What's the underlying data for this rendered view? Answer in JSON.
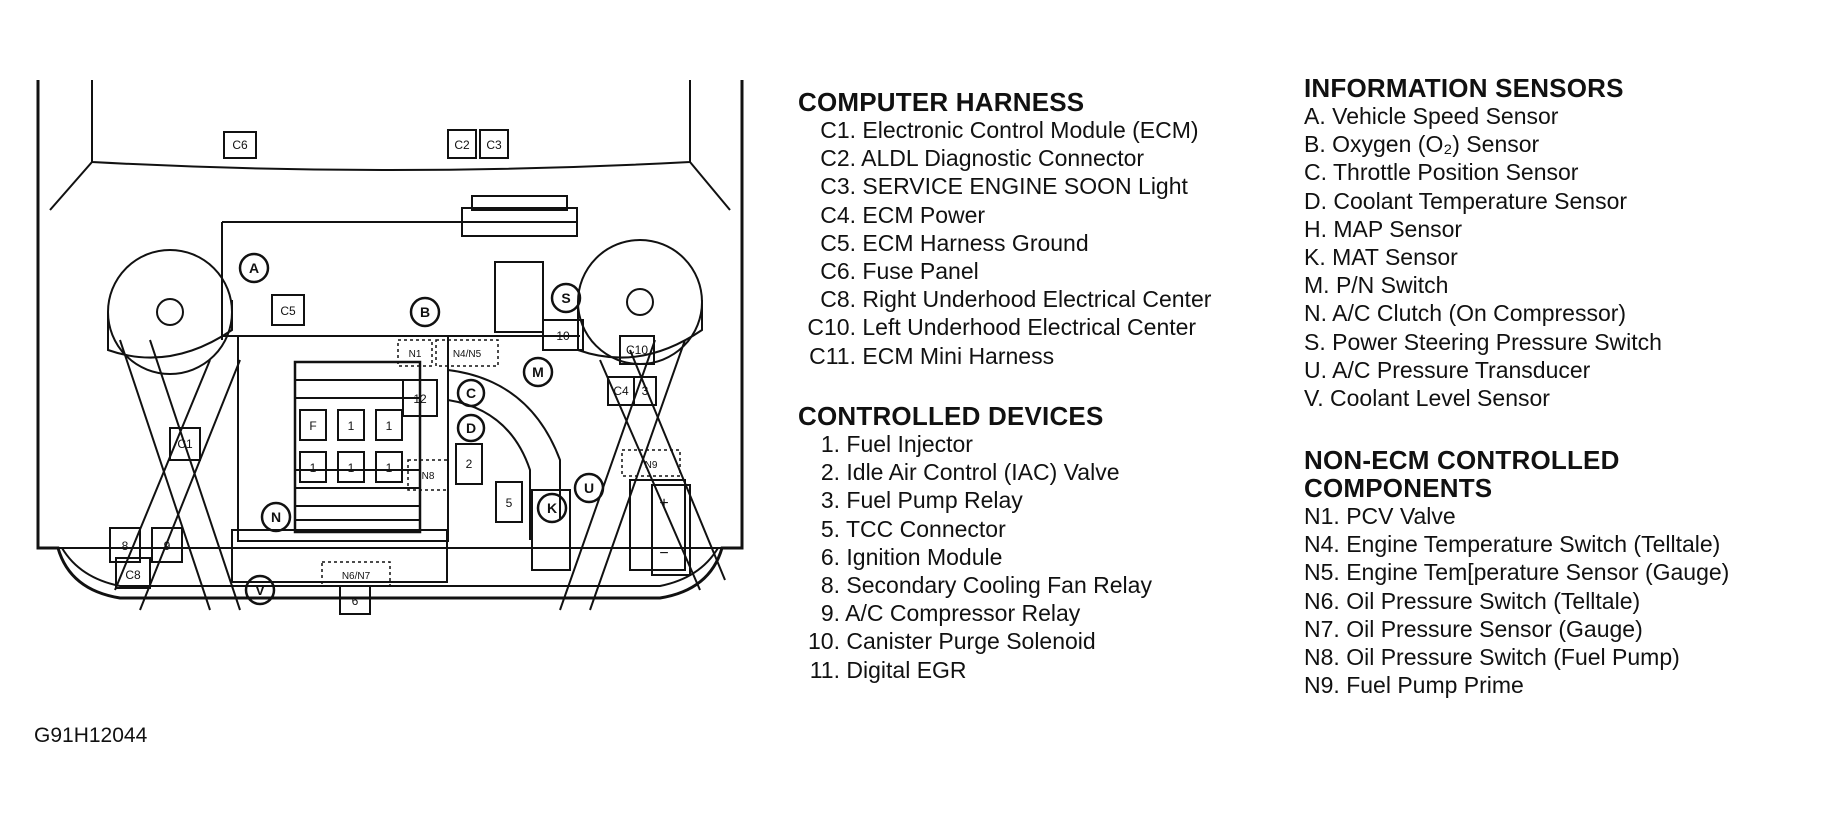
{
  "figure_id": "G91H12044",
  "diagram_labels": {
    "C6": "C6",
    "C2": "C2",
    "C3": "C3",
    "C5": "C5",
    "C1": "C1",
    "C10": "C10",
    "C4": "C4",
    "C4b": "3",
    "C8": "C8",
    "N1": "N1",
    "N4N5": "N4/N5",
    "N8": "N8",
    "N9": "N9",
    "N6N7": "N6/N7",
    "A": "A",
    "B": "B",
    "C": "C",
    "D": "D",
    "M": "M",
    "S": "S",
    "U": "U",
    "K": "K",
    "N": "N",
    "V": "V",
    "r8": "8",
    "r9": "9",
    "r10": "10",
    "r12": "12",
    "r2": "2",
    "r5": "5",
    "r6": "6",
    "f1": "F",
    "f2": "1",
    "f3": "1",
    "f4": "1",
    "f5": "1",
    "f6": "1",
    "plus": "+",
    "minus": "−"
  },
  "sections": {
    "computer_harness": {
      "title": "COMPUTER HARNESS",
      "items": [
        {
          "code": "C1.",
          "text": "Electronic Control Module (ECM)"
        },
        {
          "code": "C2.",
          "text": "ALDL Diagnostic Connector"
        },
        {
          "code": "C3.",
          "text": "SERVICE ENGINE SOON Light"
        },
        {
          "code": "C4.",
          "text": "ECM Power"
        },
        {
          "code": "C5.",
          "text": "ECM Harness Ground"
        },
        {
          "code": "C6.",
          "text": "Fuse Panel"
        },
        {
          "code": "C8.",
          "text": "Right Underhood Electrical Center"
        },
        {
          "code": "C10.",
          "text": "Left Underhood Electrical Center"
        },
        {
          "code": "C11.",
          "text": "ECM Mini Harness"
        }
      ]
    },
    "controlled_devices": {
      "title": "CONTROLLED DEVICES",
      "items": [
        {
          "code": "1.",
          "text": "Fuel Injector"
        },
        {
          "code": "2.",
          "text": "Idle Air Control (IAC) Valve"
        },
        {
          "code": "3.",
          "text": "Fuel Pump Relay"
        },
        {
          "code": "5.",
          "text": "TCC Connector"
        },
        {
          "code": "6.",
          "text": "Ignition Module"
        },
        {
          "code": "8.",
          "text": "Secondary Cooling Fan Relay"
        },
        {
          "code": "9.",
          "text": "A/C Compressor Relay"
        },
        {
          "code": "10.",
          "text": "Canister Purge Solenoid"
        },
        {
          "code": "11.",
          "text": "Digital EGR"
        }
      ]
    },
    "information_sensors": {
      "title": "INFORMATION SENSORS",
      "items": [
        {
          "code": "A.",
          "text": "Vehicle Speed Sensor"
        },
        {
          "code": "B.",
          "text": "Oxygen (O₂) Sensor"
        },
        {
          "code": "C.",
          "text": "Throttle Position Sensor"
        },
        {
          "code": "D.",
          "text": "Coolant Temperature Sensor"
        },
        {
          "code": "H.",
          "text": "MAP Sensor"
        },
        {
          "code": "K.",
          "text": "MAT Sensor"
        },
        {
          "code": "M.",
          "text": "P/N Switch"
        },
        {
          "code": "N.",
          "text": "A/C Clutch (On Compressor)"
        },
        {
          "code": "S.",
          "text": "Power Steering Pressure Switch"
        },
        {
          "code": "U.",
          "text": "A/C Pressure Transducer"
        },
        {
          "code": "V.",
          "text": "Coolant Level Sensor"
        }
      ]
    },
    "non_ecm": {
      "title_line1": "NON-ECM CONTROLLED",
      "title_line2": "COMPONENTS",
      "items": [
        {
          "code": "N1.",
          "text": "PCV Valve"
        },
        {
          "code": "N4.",
          "text": "Engine Temperature Switch (Telltale)"
        },
        {
          "code": "N5.",
          "text": "Engine Tem[perature Sensor (Gauge)"
        },
        {
          "code": "N6.",
          "text": "Oil Pressure Switch (Telltale)"
        },
        {
          "code": "N7.",
          "text": "Oil Pressure Sensor (Gauge)"
        },
        {
          "code": "N8.",
          "text": "Oil Pressure Switch (Fuel Pump)"
        },
        {
          "code": "N9.",
          "text": "Fuel Pump Prime"
        }
      ]
    }
  }
}
